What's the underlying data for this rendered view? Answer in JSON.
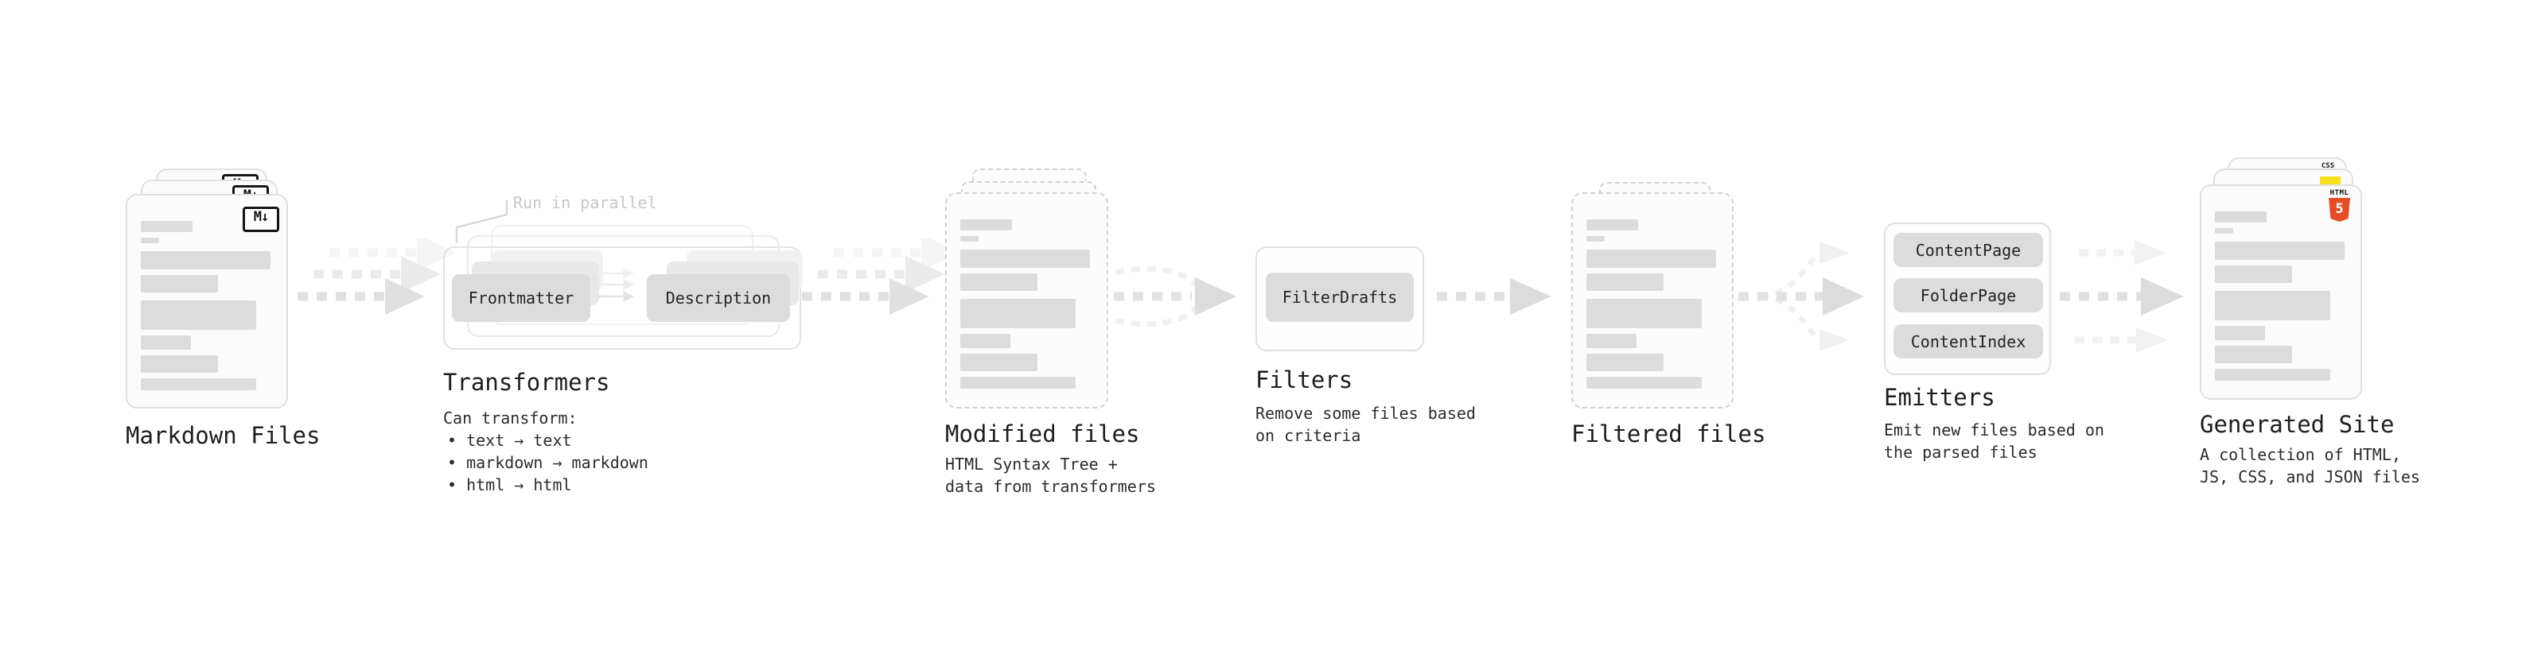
{
  "markdown": {
    "title": "Markdown Files",
    "badge": "M↓"
  },
  "transformers": {
    "title": "Transformers",
    "note": "Run in parallel",
    "pill_left": "Frontmatter",
    "pill_right": "Description",
    "subtitle": "Can transform:",
    "bullets": [
      "• text → text",
      "• markdown → markdown",
      "• html → html"
    ]
  },
  "modified": {
    "title": "Modified files",
    "subtitle": "HTML Syntax Tree +\ndata from transformers"
  },
  "filters": {
    "title": "Filters",
    "pill": "FilterDrafts",
    "subtitle": "Remove some files based\non criteria"
  },
  "filtered": {
    "title": "Filtered files"
  },
  "emitters": {
    "title": "Emitters",
    "pills": [
      "ContentPage",
      "FolderPage",
      "ContentIndex"
    ],
    "subtitle": "Emit new files based on\nthe parsed files"
  },
  "generated": {
    "title": "Generated Site",
    "subtitle": "A collection of HTML,\nJS, CSS, and JSON files",
    "html5_word": "HTML",
    "html5_number": "5",
    "css_label": "CSS"
  },
  "colors": {
    "arrow_dark": "#e0e0e0",
    "arrow_light": "#f0f0f0",
    "arrow_faint": "#f5f5f5",
    "pill_bg": "#dcdcdc",
    "bar": "#dcdcdc",
    "html5_orange": "#e44d26",
    "js_yellow": "#f7df1e",
    "css_blue": "#264de4",
    "note_gray": "#c7c7c7"
  }
}
